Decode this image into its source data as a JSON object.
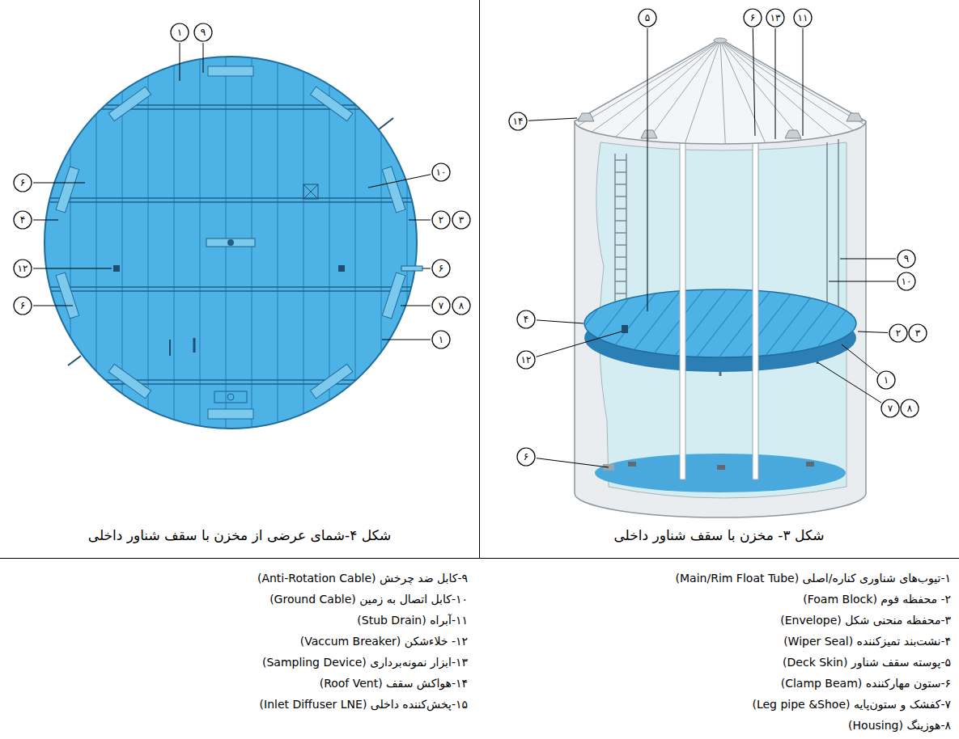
{
  "diagram": {
    "labels": [
      "شکل ۴-شمای عرضی از مخزن با سقف شناور داخلی",
      "شکل ۳- مخزن با سقف شناور داخلی",
      "۱",
      "۹",
      "۱۰",
      "۶",
      "۲",
      "۳",
      "۴",
      "۱۲",
      "۶",
      "۶",
      "۷",
      "۸",
      "۱",
      "۵",
      "۶",
      "۱۳",
      "۱۱",
      "۱۴",
      "۹",
      "۱۰",
      "۴",
      "۱۲",
      "۲",
      "۳",
      "۱",
      "۷",
      "۸",
      "۶",
      "۱-تیوب‌های شناوری کناره/اصلی (Main/Rim Float Tube)",
      "۲- محفظه فوم (Foam Block)",
      "۳-محفظه منحنی شکل (Envelope)",
      "۴-نشت‌بند تمیزکننده (Wiper Seal)",
      "۵-پوسته سقف شناور (Deck Skin)",
      "۶-ستون مهارکننده (Clamp Beam)",
      "۷-کفشک و ستون‌پایه (Leg pipe &Shoe)",
      "۸-هوزینگ (Housing)",
      "۹-کابل ضد چرخش (Anti-Rotation Cable)",
      "۱۰-کابل اتصال به زمین (Ground Cable)",
      "۱۱-آبراه (Stub Drain)",
      "۱۲- خلاءشکن (Vaccum Breaker)",
      "۱۳-ابزار نمونه‌برداری (Sampling Device)",
      "۱۴-هواکش سقف (Roof Vent)",
      "۱۵-پخش‌کننده داخلی (Inlet Diffuser LNE)"
    ]
  }
}
